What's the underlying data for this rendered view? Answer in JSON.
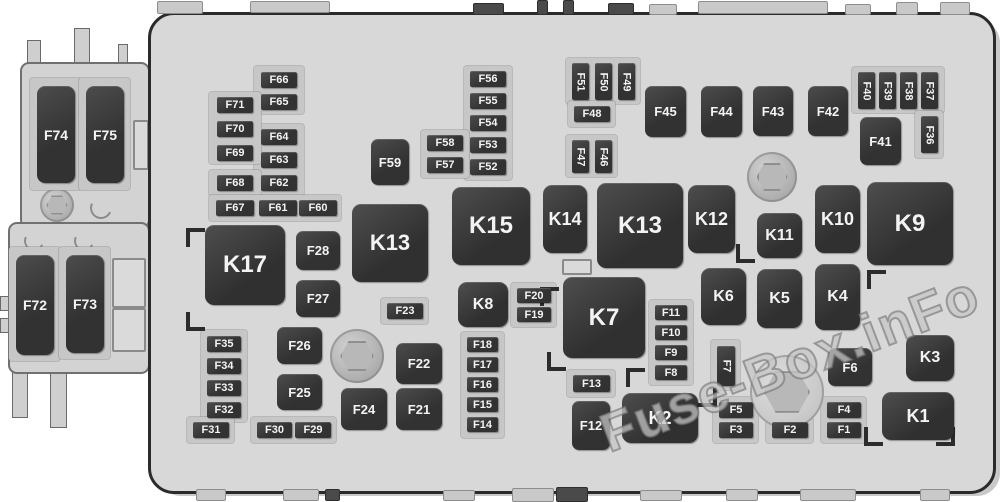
{
  "diagram": {
    "watermark": "Fuse-Box.inFo",
    "colors": {
      "fuse_dark": "#383838",
      "housing_gray": "#d8d8d8",
      "rail_gray": "#c7c7c7",
      "outline": "#2b2b2b",
      "label_text": "#f3f3f3"
    },
    "items": {
      "f1": "F1",
      "f2": "F2",
      "f3": "F3",
      "f4": "F4",
      "f5": "F5",
      "f6": "F6",
      "f7": "F7",
      "f8": "F8",
      "f9": "F9",
      "f10": "F10",
      "f11": "F11",
      "f12": "F12",
      "f13": "F13",
      "f14": "F14",
      "f15": "F15",
      "f16": "F16",
      "f17": "F17",
      "f18": "F18",
      "f19": "F19",
      "f20": "F20",
      "f21": "F21",
      "f22": "F22",
      "f23": "F23",
      "f24": "F24",
      "f25": "F25",
      "f26": "F26",
      "f27": "F27",
      "f28": "F28",
      "f29": "F29",
      "f30": "F30",
      "f31": "F31",
      "f32": "F32",
      "f33": "F33",
      "f34": "F34",
      "f35": "F35",
      "f36": "F36",
      "f37": "F37",
      "f38": "F38",
      "f39": "F39",
      "f40": "F40",
      "f41": "F41",
      "f42": "F42",
      "f43": "F43",
      "f44": "F44",
      "f45": "F45",
      "f46": "F46",
      "f47": "F47",
      "f48": "F48",
      "f49": "F49",
      "f50": "F50",
      "f51": "F51",
      "f52": "F52",
      "f53": "F53",
      "f54": "F54",
      "f55": "F55",
      "f56": "F56",
      "f57": "F57",
      "f58": "F58",
      "f59": "F59",
      "f60": "F60",
      "f61": "F61",
      "f62": "F62",
      "f63": "F63",
      "f64": "F64",
      "f65": "F65",
      "f66": "F66",
      "f67": "F67",
      "f68": "F68",
      "f69": "F69",
      "f70": "F70",
      "f71": "F71",
      "f72": "F72",
      "f73": "F73",
      "f74": "F74",
      "f75": "F75",
      "k1": "K1",
      "k2": "K2",
      "k3": "K3",
      "k4": "K4",
      "k5": "K5",
      "k6": "K6",
      "k7": "K7",
      "k8": "K8",
      "k9": "K9",
      "k10": "K10",
      "k11": "K11",
      "k12": "K12",
      "k13a": "K13",
      "k13b": "K13",
      "k14": "K14",
      "k15": "K15",
      "k17": "K17"
    }
  }
}
